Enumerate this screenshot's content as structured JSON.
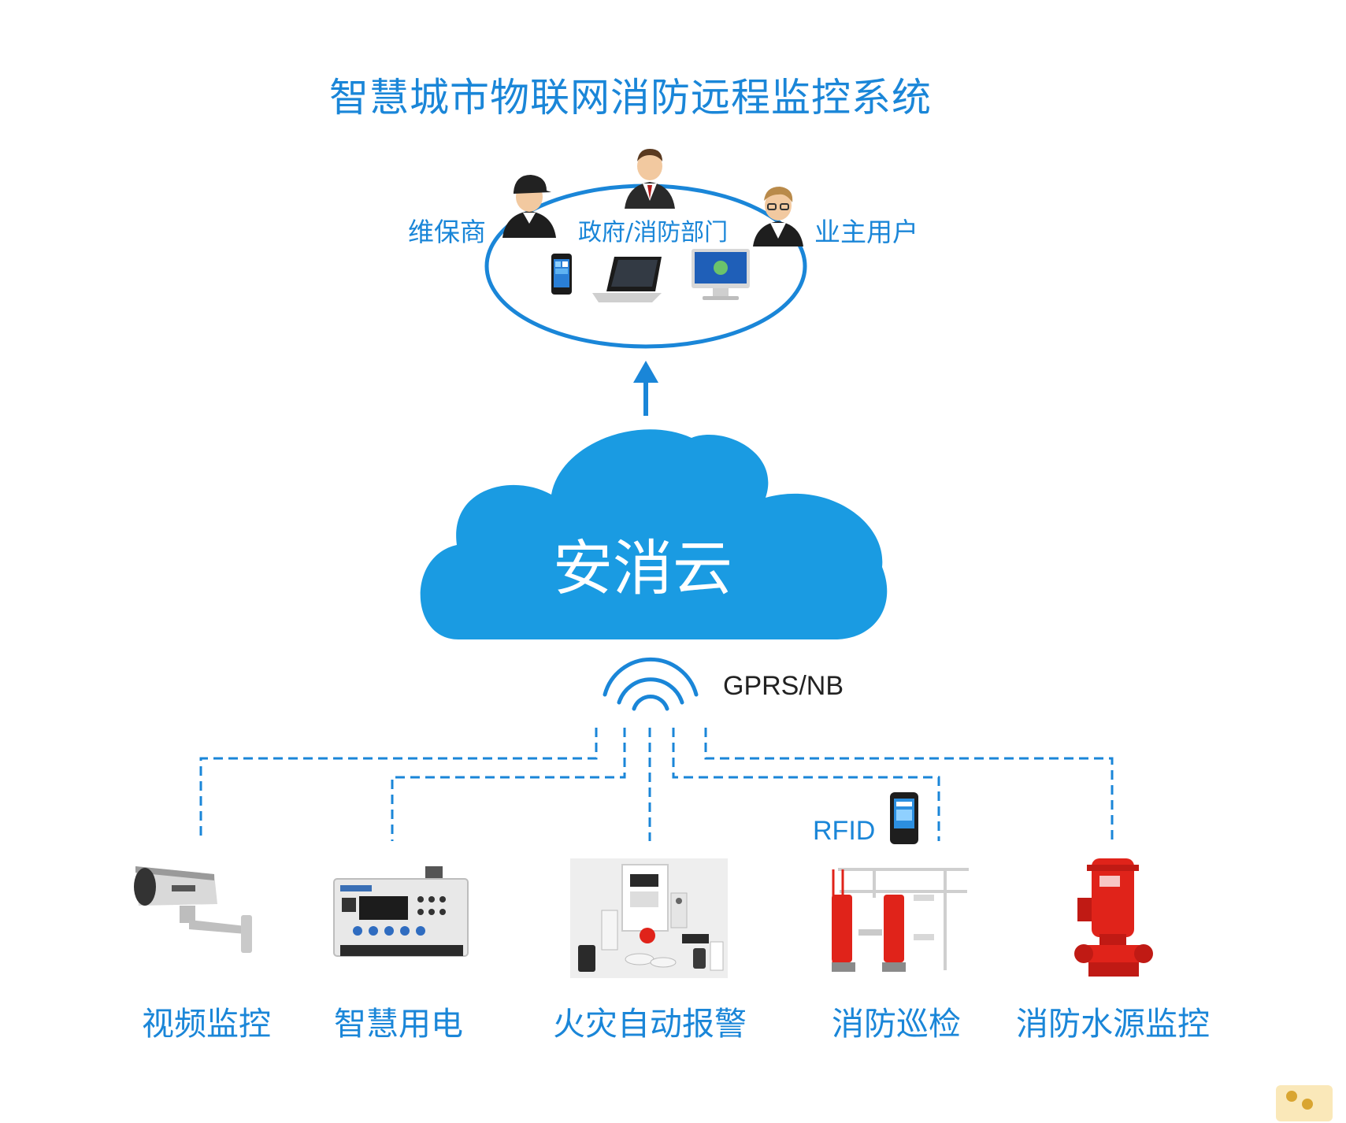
{
  "title": "智慧城市物联网消防远程监控系统",
  "roles": {
    "maintainer": "维保商",
    "government": "政府/消防部门",
    "owner": "业主用户"
  },
  "cloud": {
    "label": "安消云"
  },
  "network": {
    "label": "GPRS/NB"
  },
  "rfid": {
    "label": "RFID"
  },
  "subsystems": [
    {
      "label": "视频监控",
      "icon": "cctv-camera-icon"
    },
    {
      "label": "智慧用电",
      "icon": "power-monitor-device-icon"
    },
    {
      "label": "火灾自动报警",
      "icon": "fire-alarm-devices-icon"
    },
    {
      "label": "消防巡检",
      "icon": "pump-room-schematic-icon"
    },
    {
      "label": "消防水源监控",
      "icon": "fire-water-pump-icon"
    }
  ],
  "colors": {
    "primary": "#1a86d8",
    "cloud": "#1a9be2",
    "pump": "#e0231a"
  }
}
